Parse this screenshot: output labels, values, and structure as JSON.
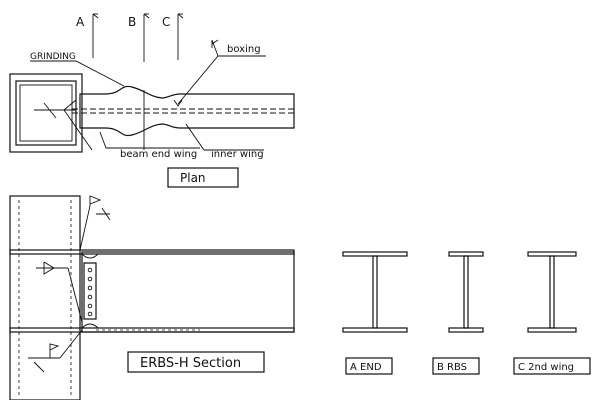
{
  "colors": {
    "fill": "#cbe9f6",
    "ink": "#111111",
    "paper": "#ffffff"
  },
  "plan": {
    "section_marks": [
      "A",
      "B",
      "C"
    ],
    "labels": {
      "grinding": "GRINDING",
      "boxing": "boxing",
      "beam_end_wing": "beam end wing",
      "inner_wing": "inner wing"
    },
    "title": "Plan"
  },
  "elevation": {
    "title": "ERBS-H Section"
  },
  "sections": [
    {
      "label": "A END"
    },
    {
      "label": "B RBS"
    },
    {
      "label": "C 2nd wing"
    }
  ]
}
